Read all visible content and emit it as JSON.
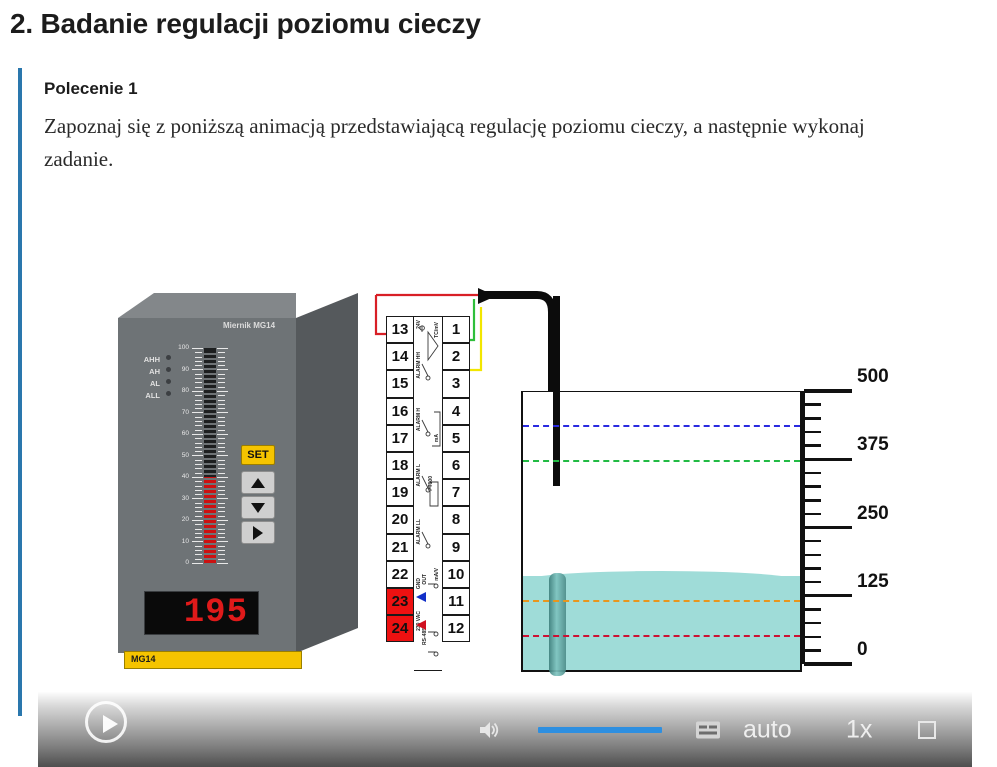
{
  "page_title": "2. Badanie regulacji poziomu cieczy",
  "task": {
    "label": "Polecenie 1",
    "text": "Zapoznaj się z poniższą animacją przedstawiającą regulację poziomu cieczy, a następnie wykonaj zadanie."
  },
  "meter": {
    "brand": "Miernik MG14",
    "badge": "MG14",
    "lcd_value": "195",
    "set_label": "SET",
    "leds": [
      "AHH",
      "AH",
      "AL",
      "ALL"
    ],
    "bargraph_scale": [
      "100",
      "90",
      "80",
      "70",
      "60",
      "50",
      "40",
      "30",
      "20",
      "10",
      "0"
    ],
    "bargraph_value": 40,
    "buttons": [
      "SET",
      "up",
      "down",
      "right"
    ]
  },
  "terminal": {
    "left_column": [
      "13",
      "14",
      "15",
      "16",
      "17",
      "18",
      "19",
      "20",
      "21",
      "22",
      "23",
      "24"
    ],
    "right_column": [
      "1",
      "2",
      "3",
      "4",
      "5",
      "6",
      "7",
      "8",
      "9",
      "10",
      "11",
      "12"
    ],
    "red_terminals": [
      "23",
      "24"
    ],
    "inner_labels": [
      "24V",
      "ALARM HH",
      "ALARM H",
      "ALARM L",
      "ALARM LL",
      "GND",
      "230 VAC",
      "TC/mV",
      "mA",
      "PT100",
      "OUT mA/V",
      "RS-485"
    ]
  },
  "tank": {
    "scale_labels": [
      "500",
      "375",
      "250",
      "125",
      "0"
    ],
    "scale_values": [
      500,
      375,
      250,
      125,
      0
    ],
    "liquid_level": 170,
    "setpoint_lines": [
      {
        "name": "alarm-hh",
        "value": 437,
        "color": "#2a2ae0"
      },
      {
        "name": "alarm-h",
        "value": 375,
        "color": "#22bb44"
      },
      {
        "name": "alarm-l",
        "value": 123,
        "color": "#e8961e"
      },
      {
        "name": "alarm-ll",
        "value": 60,
        "color": "#cc1133"
      }
    ],
    "liquid_color": "#9fdcd8"
  },
  "player": {
    "play_label": "play",
    "volume_label": "volume",
    "volume_level": 100,
    "captions_label": "captions",
    "quality": "auto",
    "speed": "1x",
    "fullscreen_label": "fullscreen",
    "accent_color": "#2e8fe0"
  },
  "colors": {
    "accent_bar": "#2a77ad",
    "meter_body": "#6e7376",
    "meter_yellow": "#f5c400",
    "led_red": "#cc1111"
  }
}
